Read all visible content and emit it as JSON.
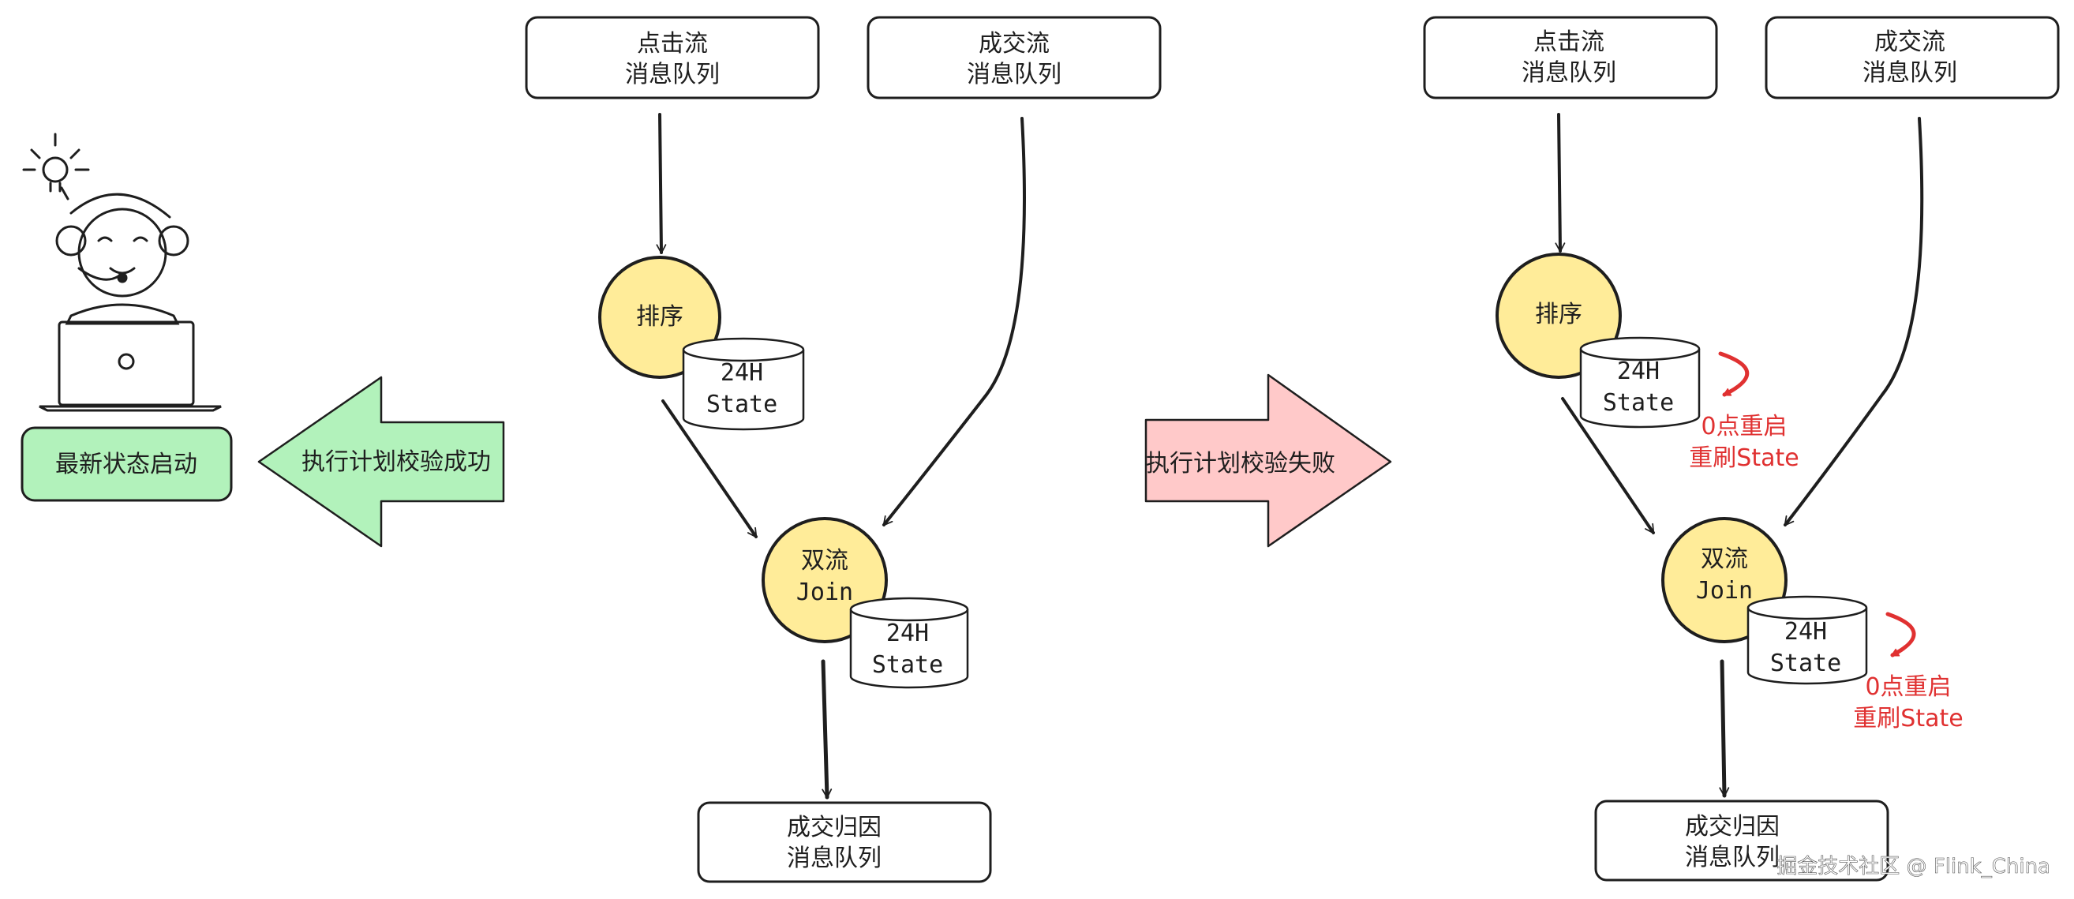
{
  "person": {
    "status_label": "最新状态启动"
  },
  "left_arrow": {
    "label": "执行计划校验成功",
    "color": "#b2f2bb"
  },
  "right_arrow": {
    "label": "执行计划校验失败",
    "color": "#ffc9c9"
  },
  "pipeline_left": {
    "click_stream": {
      "line1": "点击流",
      "line2": "消息队列"
    },
    "deal_stream": {
      "line1": "成交流",
      "line2": "消息队列"
    },
    "sort_node": "排序",
    "sort_state": {
      "line1": "24H",
      "line2": "State"
    },
    "join_node": {
      "line1": "双流",
      "line2": "Join"
    },
    "join_state": {
      "line1": "24H",
      "line2": "State"
    },
    "output": {
      "line1": "成交归因",
      "line2": "消息队列"
    }
  },
  "pipeline_right": {
    "click_stream": {
      "line1": "点击流",
      "line2": "消息队列"
    },
    "deal_stream": {
      "line1": "成交流",
      "line2": "消息队列"
    },
    "sort_node": "排序",
    "sort_state": {
      "line1": "24H",
      "line2": "State"
    },
    "sort_note": {
      "line1": "0点重启",
      "line2": "重刷State"
    },
    "join_node": {
      "line1": "双流",
      "line2": "Join"
    },
    "join_state": {
      "line1": "24H",
      "line2": "State"
    },
    "join_note": {
      "line1": "0点重启",
      "line2": "重刷State"
    },
    "output": {
      "line1": "成交归因",
      "line2": "消息队列"
    }
  },
  "watermark": "掘金技术社区 @ Flink_China",
  "colors": {
    "node_fill": "#ffec99",
    "stroke": "#1e1e1e",
    "note_red": "#e03131",
    "status_fill": "#b2f2bb"
  }
}
